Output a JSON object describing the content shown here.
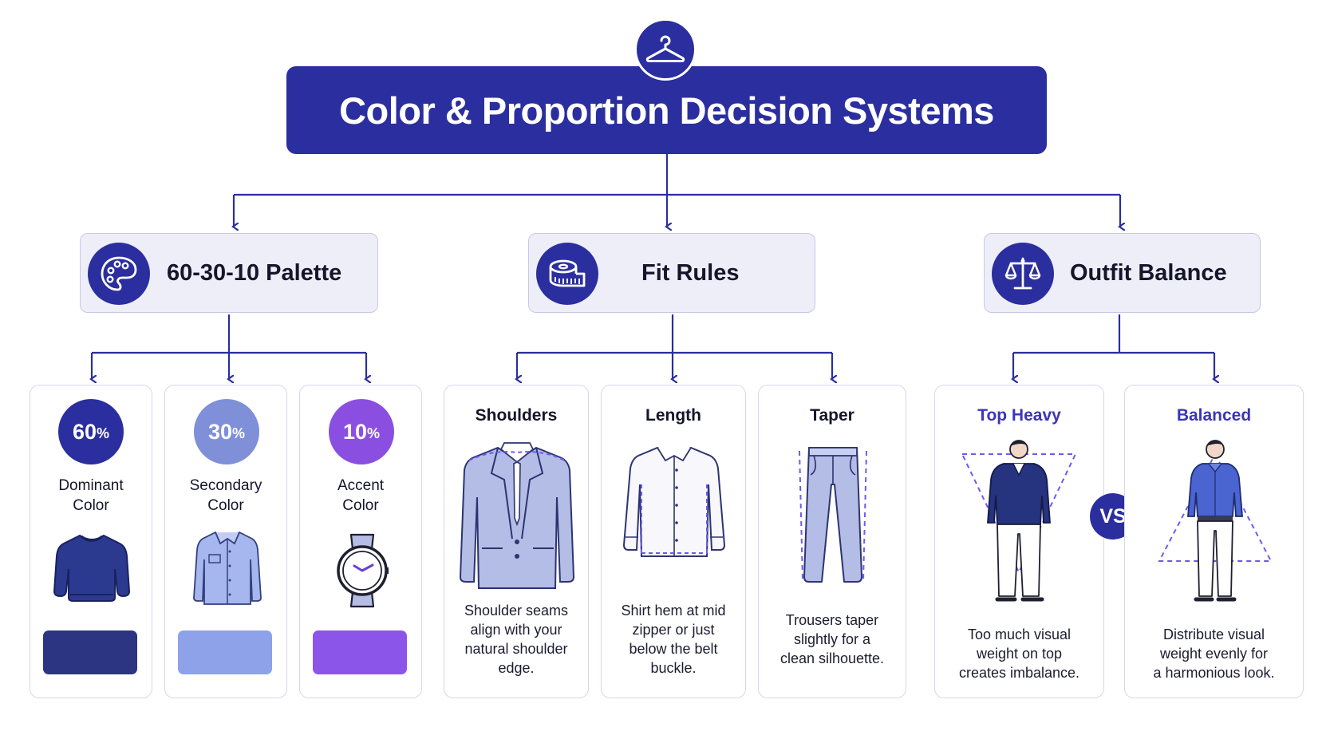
{
  "title": "Color & Proportion Decision Systems",
  "title_icon": "hanger-icon",
  "colors": {
    "primary": "#2b2e9e",
    "category_bg": "#eeeef9",
    "dominant": "#2b3582",
    "secondary": "#8ea2ea",
    "accent": "#8b55ea",
    "circle_30": "#7f8fd8",
    "circle_10": "#8a4fe0"
  },
  "categories": [
    {
      "label": "60-30-10 Palette",
      "icon": "palette-icon"
    },
    {
      "label": "Fit Rules",
      "icon": "tape-measure-icon"
    },
    {
      "label": "Outfit Balance",
      "icon": "scale-icon"
    }
  ],
  "palette": [
    {
      "number": "60",
      "suffix": "%",
      "label": "Dominant\nColor",
      "item_icon": "sweater-icon"
    },
    {
      "number": "30",
      "suffix": "%",
      "label": "Secondary\nColor",
      "item_icon": "shirt-icon"
    },
    {
      "number": "10",
      "suffix": "%",
      "label": "Accent\nColor",
      "item_icon": "watch-icon"
    }
  ],
  "fit_rules": [
    {
      "title": "Shoulders",
      "icon": "blazer-icon",
      "desc": "Shoulder seams\nalign with your\nnatural shoulder\nedge."
    },
    {
      "title": "Length",
      "icon": "dress-shirt-icon",
      "desc": "Shirt hem at mid\nzipper or just\nbelow the belt\nbuckle."
    },
    {
      "title": "Taper",
      "icon": "trousers-icon",
      "desc": "Trousers taper\nslightly for a\nclean silhouette."
    }
  ],
  "balance": [
    {
      "title": "Top Heavy",
      "icon": "man-top-heavy-icon",
      "desc": "Too much visual\nweight on top\ncreates imbalance."
    },
    {
      "title": "Balanced",
      "icon": "man-balanced-icon",
      "desc": "Distribute visual\nweight evenly for\na harmonious look."
    }
  ],
  "vs_label": "VS"
}
